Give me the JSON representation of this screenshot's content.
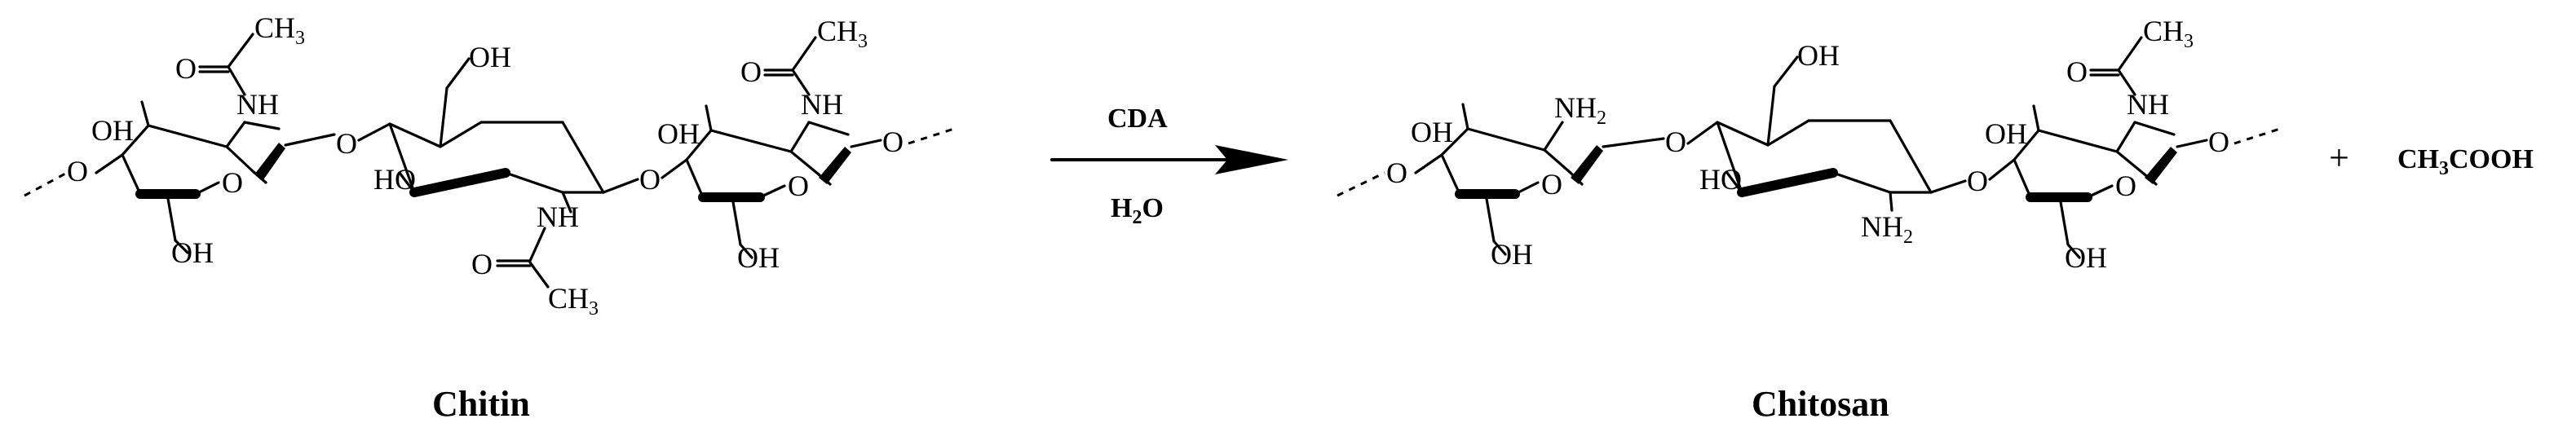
{
  "reaction": {
    "reagent_above": "CDA",
    "reagent_below": {
      "main": "H",
      "sub": "2",
      "tail": "O"
    },
    "plus": "+",
    "byproduct": {
      "a": "CH",
      "sub": "3",
      "b": "COOH"
    }
  },
  "reactant": {
    "name": "Chitin",
    "units": [
      {
        "methyl": {
          "main": "CH",
          "sub": "3"
        },
        "carbonyl_o": "O",
        "nh": "NH",
        "oh_top": "OH",
        "oh_bottom": "OH",
        "ring_o": "O",
        "link_o": "O"
      },
      {
        "ch2oh": "OH",
        "oh": "HO",
        "nh": "NH",
        "carbonyl_o": "O",
        "methyl": {
          "main": "CH",
          "sub": "3"
        },
        "link_o": "O"
      },
      {
        "methyl": {
          "main": "CH",
          "sub": "3"
        },
        "carbonyl_o": "O",
        "nh": "NH",
        "oh_top": "OH",
        "oh_bottom": "OH",
        "ring_o": "O",
        "end_o": "O"
      }
    ]
  },
  "product": {
    "name": "Chitosan",
    "units": [
      {
        "nh2": {
          "main": "NH",
          "sub": "2"
        },
        "oh_top": "OH",
        "oh_bottom": "OH",
        "ring_o": "O",
        "link_o": "O",
        "start_o": "O"
      },
      {
        "ch2oh": "OH",
        "oh": "HO",
        "nh2": {
          "main": "NH",
          "sub": "2"
        },
        "link_o": "O"
      },
      {
        "methyl": {
          "main": "CH",
          "sub": "3"
        },
        "carbonyl_o": "O",
        "nh": "NH",
        "oh_top": "OH",
        "oh_bottom": "OH",
        "ring_o": "O",
        "end_o": "O"
      }
    ]
  }
}
